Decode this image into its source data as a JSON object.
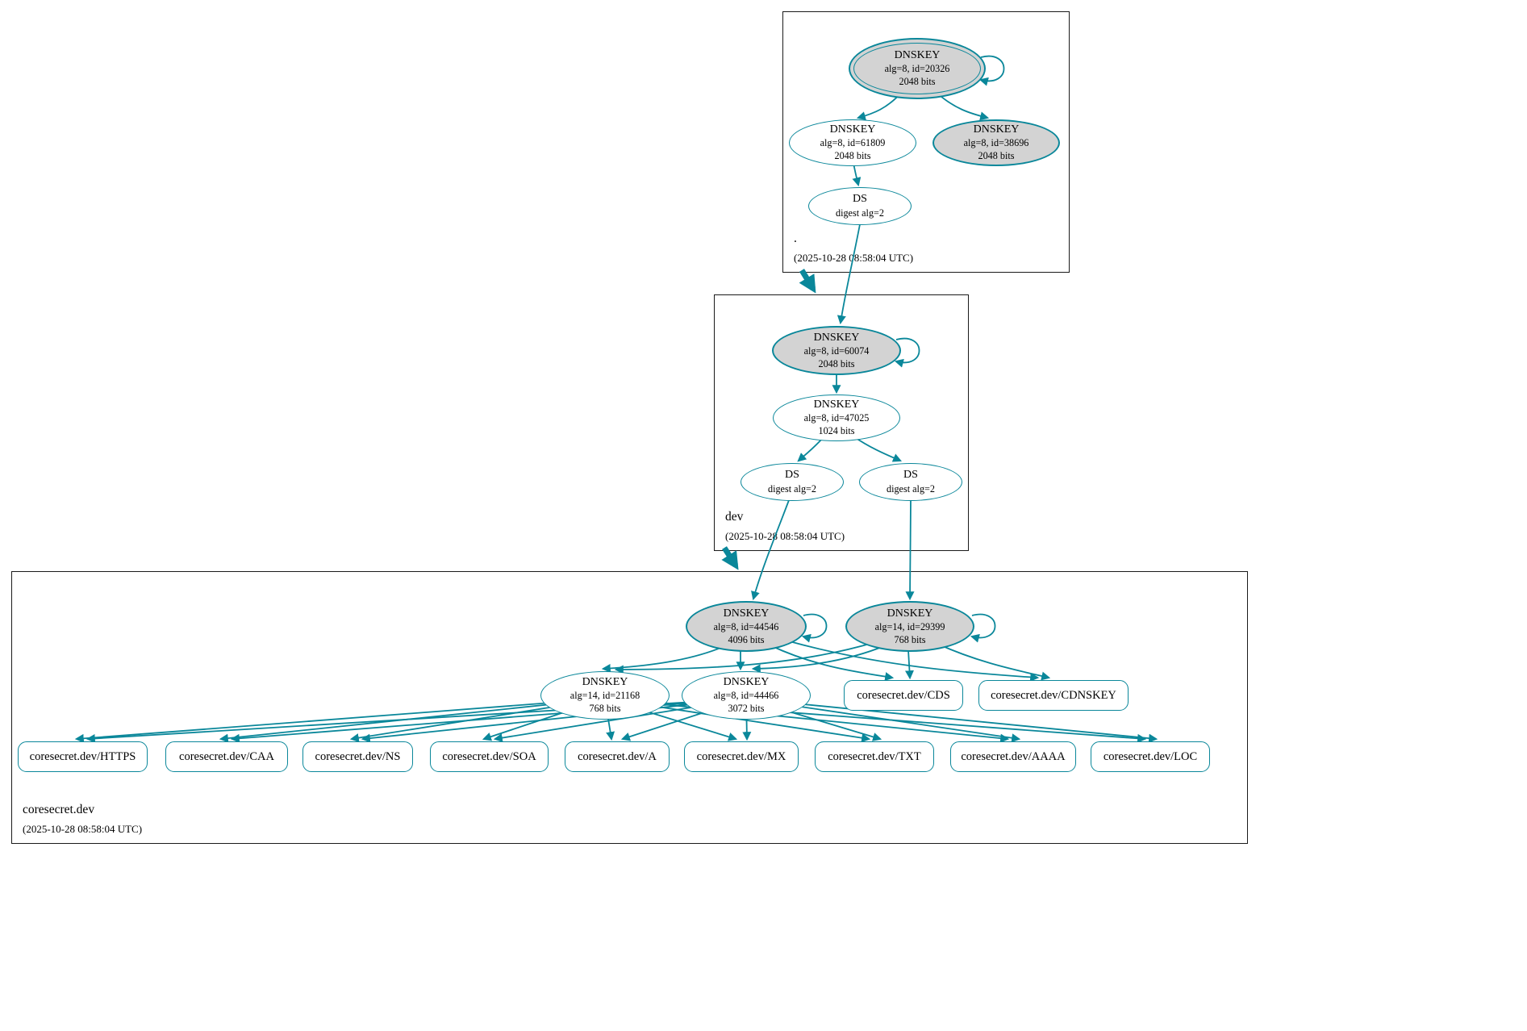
{
  "colors": {
    "line": "#0a879a",
    "key_fill": "#d3d3d3"
  },
  "zones": {
    "root": {
      "name": ".",
      "timestamp": "(2025-10-28 08:58:04 UTC)",
      "ksk": {
        "type": "DNSKEY",
        "meta": "alg=8, id=20326",
        "size": "2048 bits"
      },
      "zsk": {
        "type": "DNSKEY",
        "meta": "alg=8, id=61809",
        "size": "2048 bits"
      },
      "key38696": {
        "type": "DNSKEY",
        "meta": "alg=8, id=38696",
        "size": "2048 bits"
      },
      "ds": {
        "type": "DS",
        "meta": "digest alg=2"
      }
    },
    "dev": {
      "name": "dev",
      "timestamp": "(2025-10-28 08:58:04 UTC)",
      "ksk": {
        "type": "DNSKEY",
        "meta": "alg=8, id=60074",
        "size": "2048 bits"
      },
      "zsk": {
        "type": "DNSKEY",
        "meta": "alg=8, id=47025",
        "size": "1024 bits"
      },
      "ds1": {
        "type": "DS",
        "meta": "digest alg=2"
      },
      "ds2": {
        "type": "DS",
        "meta": "digest alg=2"
      }
    },
    "coresecret": {
      "name": "coresecret.dev",
      "timestamp": "(2025-10-28 08:58:04 UTC)",
      "ksk1": {
        "type": "DNSKEY",
        "meta": "alg=8, id=44546",
        "size": "4096 bits"
      },
      "ksk2": {
        "type": "DNSKEY",
        "meta": "alg=14, id=29399",
        "size": "768 bits"
      },
      "zsk1": {
        "type": "DNSKEY",
        "meta": "alg=14, id=21168",
        "size": "768 bits"
      },
      "zsk2": {
        "type": "DNSKEY",
        "meta": "alg=8, id=44466",
        "size": "3072 bits"
      },
      "rrsets": {
        "cds": "coresecret.dev/CDS",
        "cdnskey": "coresecret.dev/CDNSKEY",
        "https": "coresecret.dev/HTTPS",
        "caa": "coresecret.dev/CAA",
        "ns": "coresecret.dev/NS",
        "soa": "coresecret.dev/SOA",
        "a": "coresecret.dev/A",
        "mx": "coresecret.dev/MX",
        "txt": "coresecret.dev/TXT",
        "aaaa": "coresecret.dev/AAAA",
        "loc": "coresecret.dev/LOC"
      }
    }
  }
}
